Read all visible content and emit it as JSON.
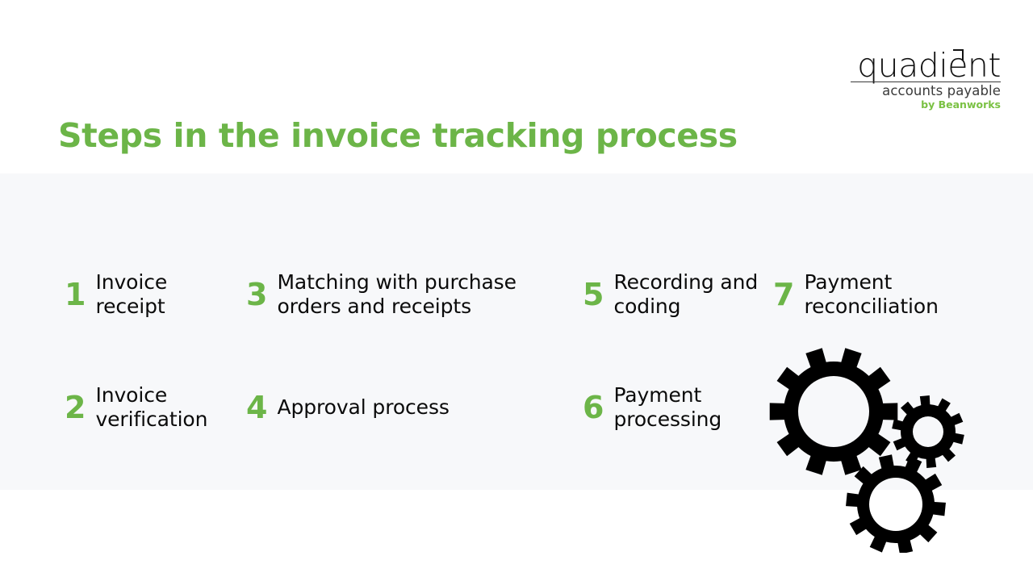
{
  "slide": {
    "title": "Steps in the invoice tracking process",
    "title_color": "#6cb548",
    "panel_color": "#f7f8fa",
    "background_color": "#ffffff",
    "body_text_color": "#0b0b0b"
  },
  "logo": {
    "wordmark": "quadient",
    "subtitle": "accounts payable",
    "byline": "by Beanworks",
    "byline_color": "#7ac143",
    "wordmark_color": "#111111"
  },
  "steps": [
    {
      "number": "1",
      "label": "Invoice receipt"
    },
    {
      "number": "2",
      "label": "Invoice verification"
    },
    {
      "number": "3",
      "label": "Matching with purchase orders and receipts"
    },
    {
      "number": "4",
      "label": "Approval process"
    },
    {
      "number": "5",
      "label": "Recording and coding"
    },
    {
      "number": "6",
      "label": "Payment processing"
    },
    {
      "number": "7",
      "label": "Payment reconciliation"
    }
  ],
  "decoration": {
    "gears_color": "#000000",
    "gears": [
      {
        "name": "large-gear",
        "teeth": 10
      },
      {
        "name": "small-gear",
        "teeth": 10
      },
      {
        "name": "medium-gear",
        "teeth": 10
      }
    ]
  }
}
